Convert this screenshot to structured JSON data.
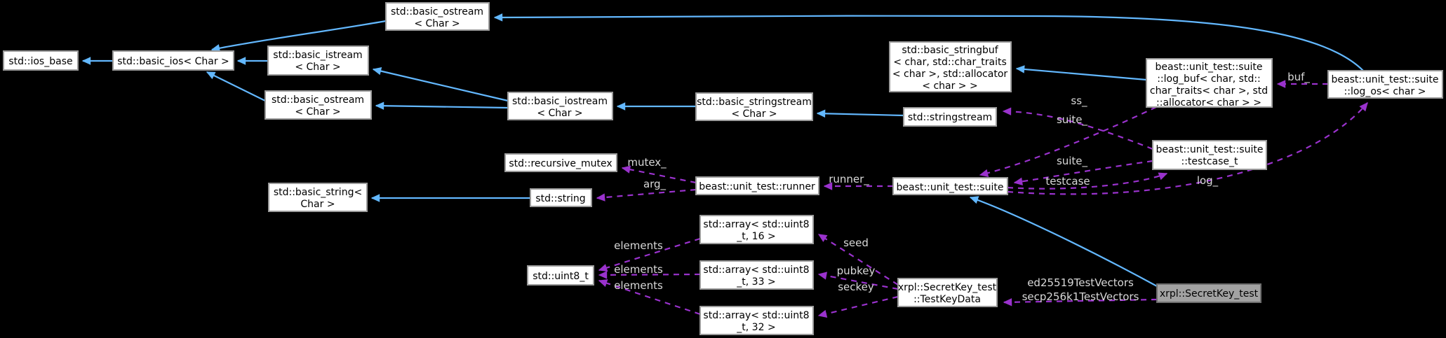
{
  "diagram": {
    "kind": "collaboration-graph",
    "focus_node": "xrpl::SecretKey_test",
    "colors": {
      "background": "#000000",
      "node_fill": "#ffffff",
      "node_border": "#9b9b9b",
      "node_text": "#000000",
      "focus_node_fill": "#a2a2a2",
      "inheritance_edge": "#63b8ff",
      "usage_edge": "#9a32cd",
      "edge_label_text": "#d9d9d9"
    },
    "nodes": {
      "ios_base": {
        "lines": [
          "std::ios_base"
        ]
      },
      "basic_ios": {
        "lines": [
          "std::basic_ios< Char >"
        ]
      },
      "basic_istream": {
        "lines": [
          "std::basic_istream",
          "< Char >"
        ]
      },
      "basic_ostream_top": {
        "lines": [
          "std::basic_ostream",
          "< Char >"
        ]
      },
      "basic_ostream2": {
        "lines": [
          "std::basic_ostream",
          "< Char >"
        ]
      },
      "basic_iostream": {
        "lines": [
          "std::basic_iostream",
          "< Char >"
        ]
      },
      "basic_stringstream": {
        "lines": [
          "std::basic_stringstream",
          "< Char >"
        ]
      },
      "stringbuf": {
        "lines": [
          "std::basic_stringbuf",
          "< char, std::char_traits",
          "< char >, std::allocator",
          "< char > >"
        ]
      },
      "stringstream": {
        "lines": [
          "std::stringstream"
        ]
      },
      "log_buf": {
        "lines": [
          "beast::unit_test::suite",
          "::log_buf< char, std::",
          "char_traits< char >, std",
          "::allocator< char > >"
        ]
      },
      "log_os": {
        "lines": [
          "beast::unit_test::suite",
          "::log_os< char >"
        ]
      },
      "recursive_mutex": {
        "lines": [
          "std::recursive_mutex"
        ]
      },
      "string": {
        "lines": [
          "std::string"
        ]
      },
      "basic_string": {
        "lines": [
          "std::basic_string<",
          "Char >"
        ]
      },
      "runner": {
        "lines": [
          "beast::unit_test::runner"
        ]
      },
      "suite": {
        "lines": [
          "beast::unit_test::suite"
        ]
      },
      "testcase_t": {
        "lines": [
          "beast::unit_test::suite",
          "::testcase_t"
        ]
      },
      "array16": {
        "lines": [
          "std::array< std::uint8",
          "_t, 16 >"
        ]
      },
      "array33": {
        "lines": [
          "std::array< std::uint8",
          "_t, 33 >"
        ]
      },
      "array32": {
        "lines": [
          "std::array< std::uint8",
          "_t, 32 >"
        ]
      },
      "uint8_t": {
        "lines": [
          "std::uint8_t"
        ]
      },
      "testkeydata": {
        "lines": [
          "xrpl::SecretKey_test",
          "::TestKeyData"
        ]
      },
      "secretkey_test": {
        "lines": [
          "xrpl::SecretKey_test"
        ]
      }
    },
    "edge_labels": {
      "buf": "buf_",
      "ss": "ss_",
      "suite_upper": "suite_",
      "suite_lower": "suite_",
      "testcase": "testcase",
      "log": "log_",
      "runner": "runner_",
      "mutex": "mutex_",
      "arg": "arg_",
      "seed": "seed",
      "pubkey": "pubkey",
      "seckey": "seckey",
      "elements": "elements",
      "vectors_line1": "ed25519TestVectors",
      "vectors_line2": "secp256k1TestVectors"
    }
  }
}
